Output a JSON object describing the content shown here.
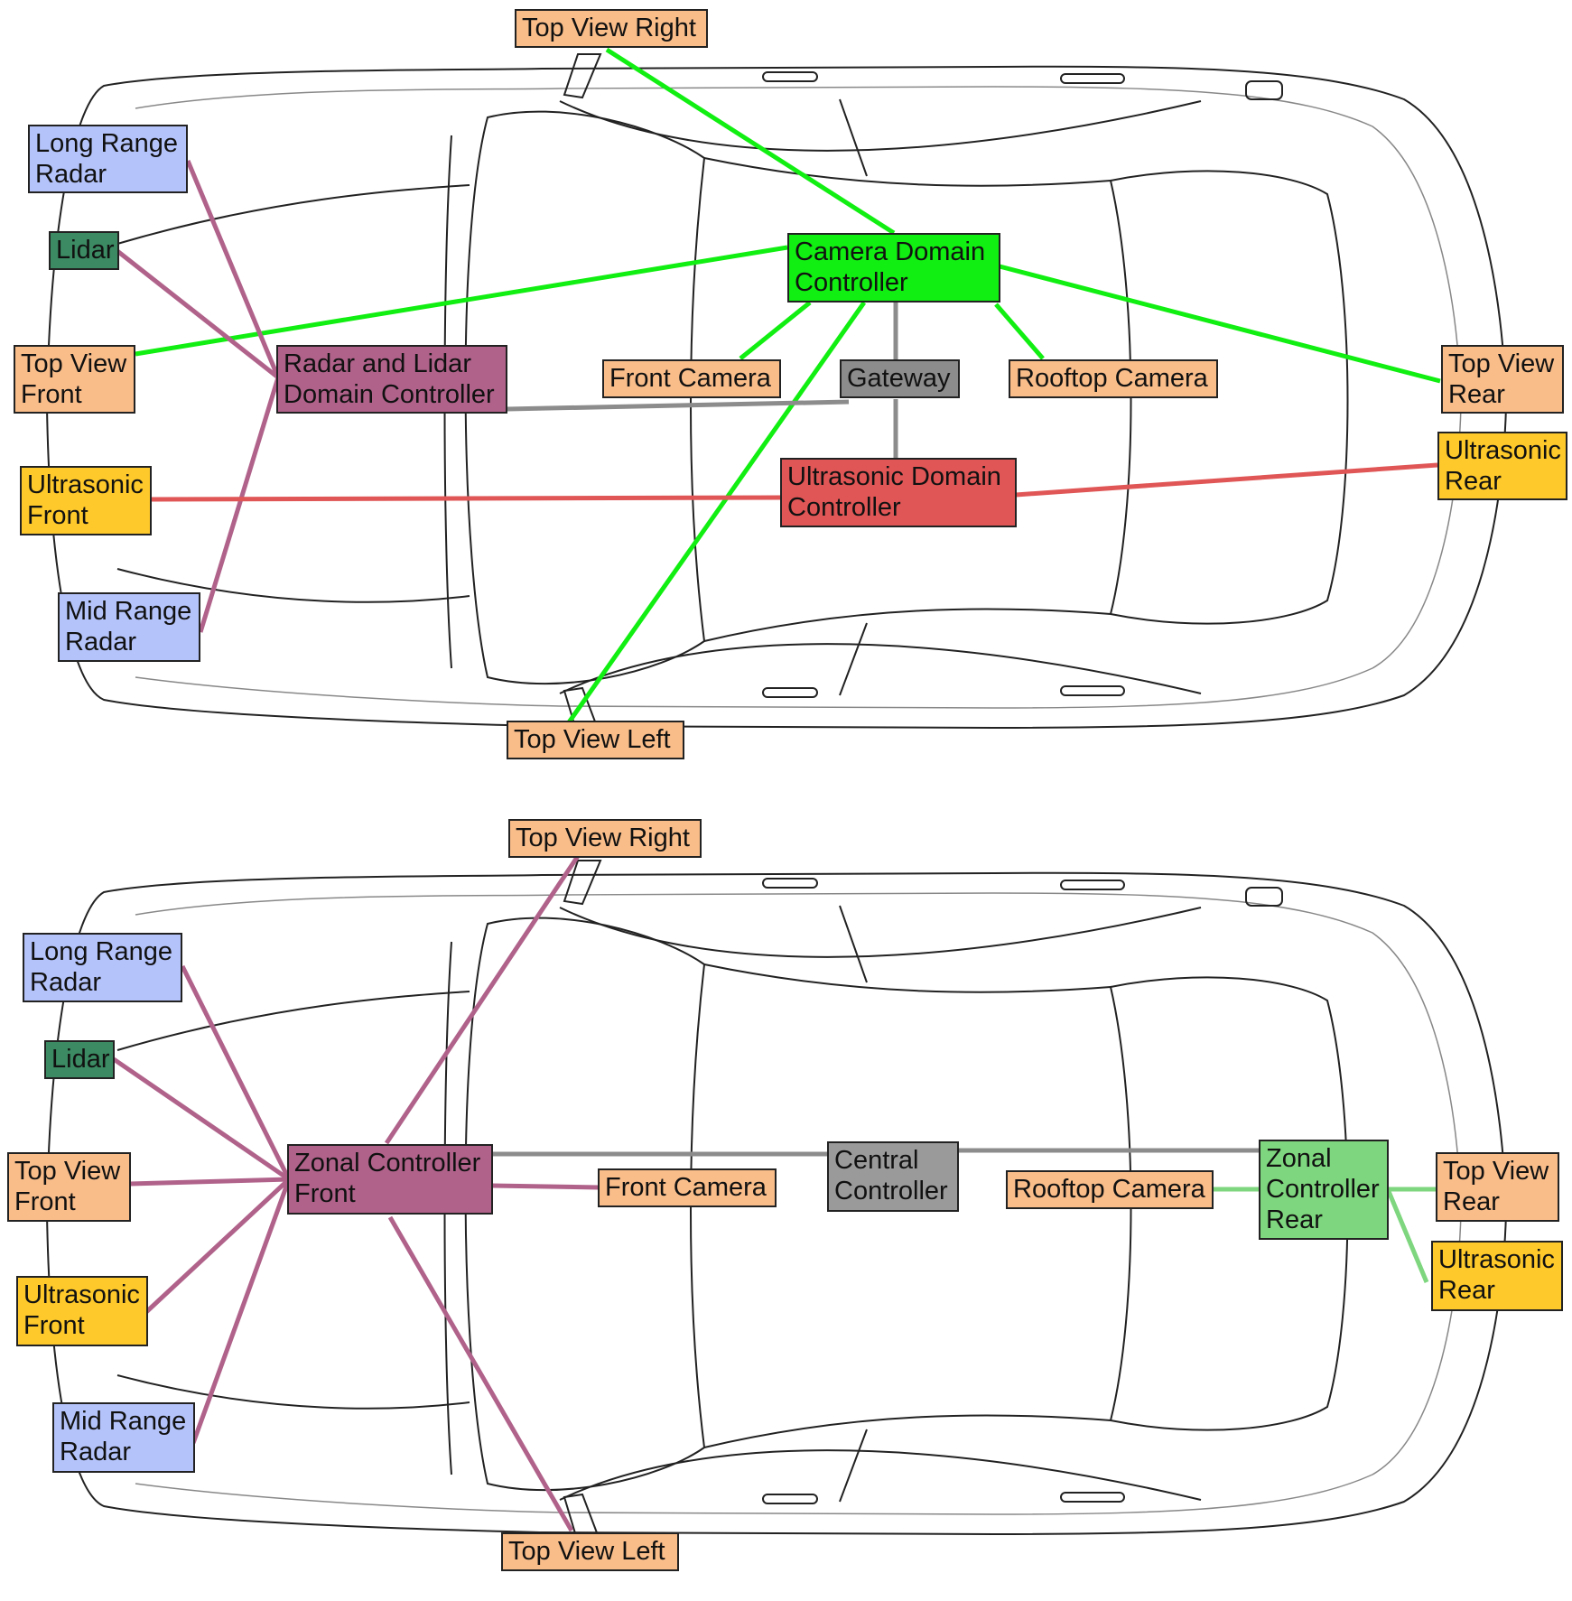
{
  "colors": {
    "sensor_radar": "#b4c3fa",
    "sensor_lidar": "#3b8a63",
    "sensor_camera": "#f9bd8a",
    "sensor_ultrasonic": "#fec92a",
    "camera_domain": "#11ee11",
    "radar_lidar_domain": "#b0628a",
    "ultrasonic_domain": "#e05656",
    "gateway": "#8c8c8c",
    "zonal_front": "#b0628a",
    "zonal_rear": "#7ed67e",
    "central": "#9a9a9a"
  },
  "top": {
    "nodes": {
      "tvr": "Top View Right",
      "lrr": "Long Range Radar",
      "lidar": "Lidar",
      "tvf": "Top View Front",
      "rldc": "Radar and Lidar Domain Controller",
      "cdc": "Camera Domain Controller",
      "fc": "Front Camera",
      "gw": "Gateway",
      "rc": "Rooftop Camera",
      "tvrear": "Top View Rear",
      "usf": "Ultrasonic Front",
      "usdc": "Ultrasonic Domain Controller",
      "usr": "Ultrasonic Rear",
      "mrr": "Mid Range Radar",
      "tvl": "Top View Left"
    }
  },
  "bottom": {
    "nodes": {
      "tvr": "Top View Right",
      "lrr": "Long Range Radar",
      "lidar": "Lidar",
      "tvf": "Top View Front",
      "zcf": "Zonal Controller Front",
      "fc": "Front Camera",
      "cc": "Central Controller",
      "rc": "Rooftop Camera",
      "zcr": "Zonal Controller Rear",
      "tvrear": "Top View Rear",
      "usf": "Ultrasonic Front",
      "usr": "Ultrasonic Rear",
      "mrr": "Mid Range Radar",
      "tvl": "Top View Left"
    }
  }
}
